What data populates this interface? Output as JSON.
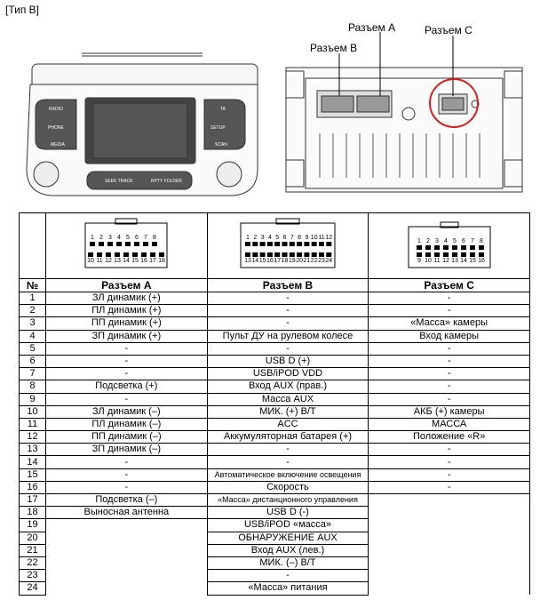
{
  "type_label": "[Тип B]",
  "diagram": {
    "label_a": "Разъем A",
    "label_b": "Разъем B",
    "label_c": "Разъем C",
    "front_buttons": [
      "RADIO",
      "PHONE",
      "MEDIA",
      "TA",
      "SETUP",
      "SCAN",
      "SEEK TRACK",
      "RPTY FOLDER"
    ]
  },
  "connector_pins": {
    "a_top": [
      "1",
      "2",
      "3",
      "4",
      "5",
      "6",
      "7",
      "8"
    ],
    "a_bottom": [
      "10",
      "11",
      "12",
      "13",
      "14",
      "15",
      "16",
      "17",
      "18"
    ],
    "b_top": [
      "1",
      "2",
      "3",
      "4",
      "5",
      "6",
      "7",
      "8",
      "9",
      "10",
      "11",
      "12"
    ],
    "b_bottom": [
      "13",
      "14",
      "15",
      "16",
      "17",
      "18",
      "19",
      "20",
      "21",
      "22",
      "23",
      "24"
    ],
    "c_top": [
      "1",
      "2",
      "3",
      "4",
      "5",
      "6",
      "7",
      "8"
    ],
    "c_bottom": [
      "9",
      "10",
      "11",
      "12",
      "13",
      "14",
      "15",
      "16"
    ]
  },
  "table": {
    "headers": [
      "№",
      "Разъем A",
      "Разъем B",
      "Разъем C"
    ],
    "rows": [
      [
        "1",
        "ЗЛ динамик (+)",
        "-",
        "-"
      ],
      [
        "2",
        "ПЛ динамик (+)",
        "-",
        "-"
      ],
      [
        "3",
        "ПП динамик (+)",
        "-",
        "«Масса» камеры"
      ],
      [
        "4",
        "ЗП динамик (+)",
        "Пульт ДУ на рулевом колесе",
        "Вход камеры"
      ],
      [
        "5",
        "-",
        "-",
        "-"
      ],
      [
        "6",
        "-",
        "USB D (+)",
        "-"
      ],
      [
        "7",
        "-",
        "USB/iPOD VDD",
        "-"
      ],
      [
        "8",
        "Подсветка (+)",
        "Вход AUX (прав.)",
        "-"
      ],
      [
        "9",
        "-",
        "Масса AUX",
        "-"
      ],
      [
        "10",
        "ЗЛ динамик (–)",
        "МИК. (+) В/Т",
        "АКБ (+) камеры"
      ],
      [
        "11",
        "ПЛ динамик (–)",
        "ACC",
        "МАССА"
      ],
      [
        "12",
        "ПП динамик (–)",
        "Аккумуляторная батарея (+)",
        "Положение «R»"
      ],
      [
        "13",
        "ЗП динамик (–)",
        "-",
        "-"
      ],
      [
        "14",
        "-",
        "-",
        "-"
      ],
      [
        "15",
        "-",
        "Автоматическое включение освещения",
        "-"
      ],
      [
        "16",
        "-",
        "Скорость",
        "-"
      ],
      [
        "17",
        "Подсветка (–)",
        "«Масса» дистанционного управления",
        ""
      ],
      [
        "18",
        "Выносная антенна",
        "USB D (-)",
        ""
      ],
      [
        "19",
        "",
        "USB/iPOD «масса»",
        ""
      ],
      [
        "20",
        "",
        "ОБНАРУЖЕНИЕ AUX",
        ""
      ],
      [
        "21",
        "",
        "Вход AUX (лев.)",
        ""
      ],
      [
        "22",
        "",
        "МИК. (–) В/Т",
        ""
      ],
      [
        "23",
        "",
        "-",
        ""
      ],
      [
        "24",
        "",
        "«Масса» питания",
        ""
      ]
    ]
  }
}
